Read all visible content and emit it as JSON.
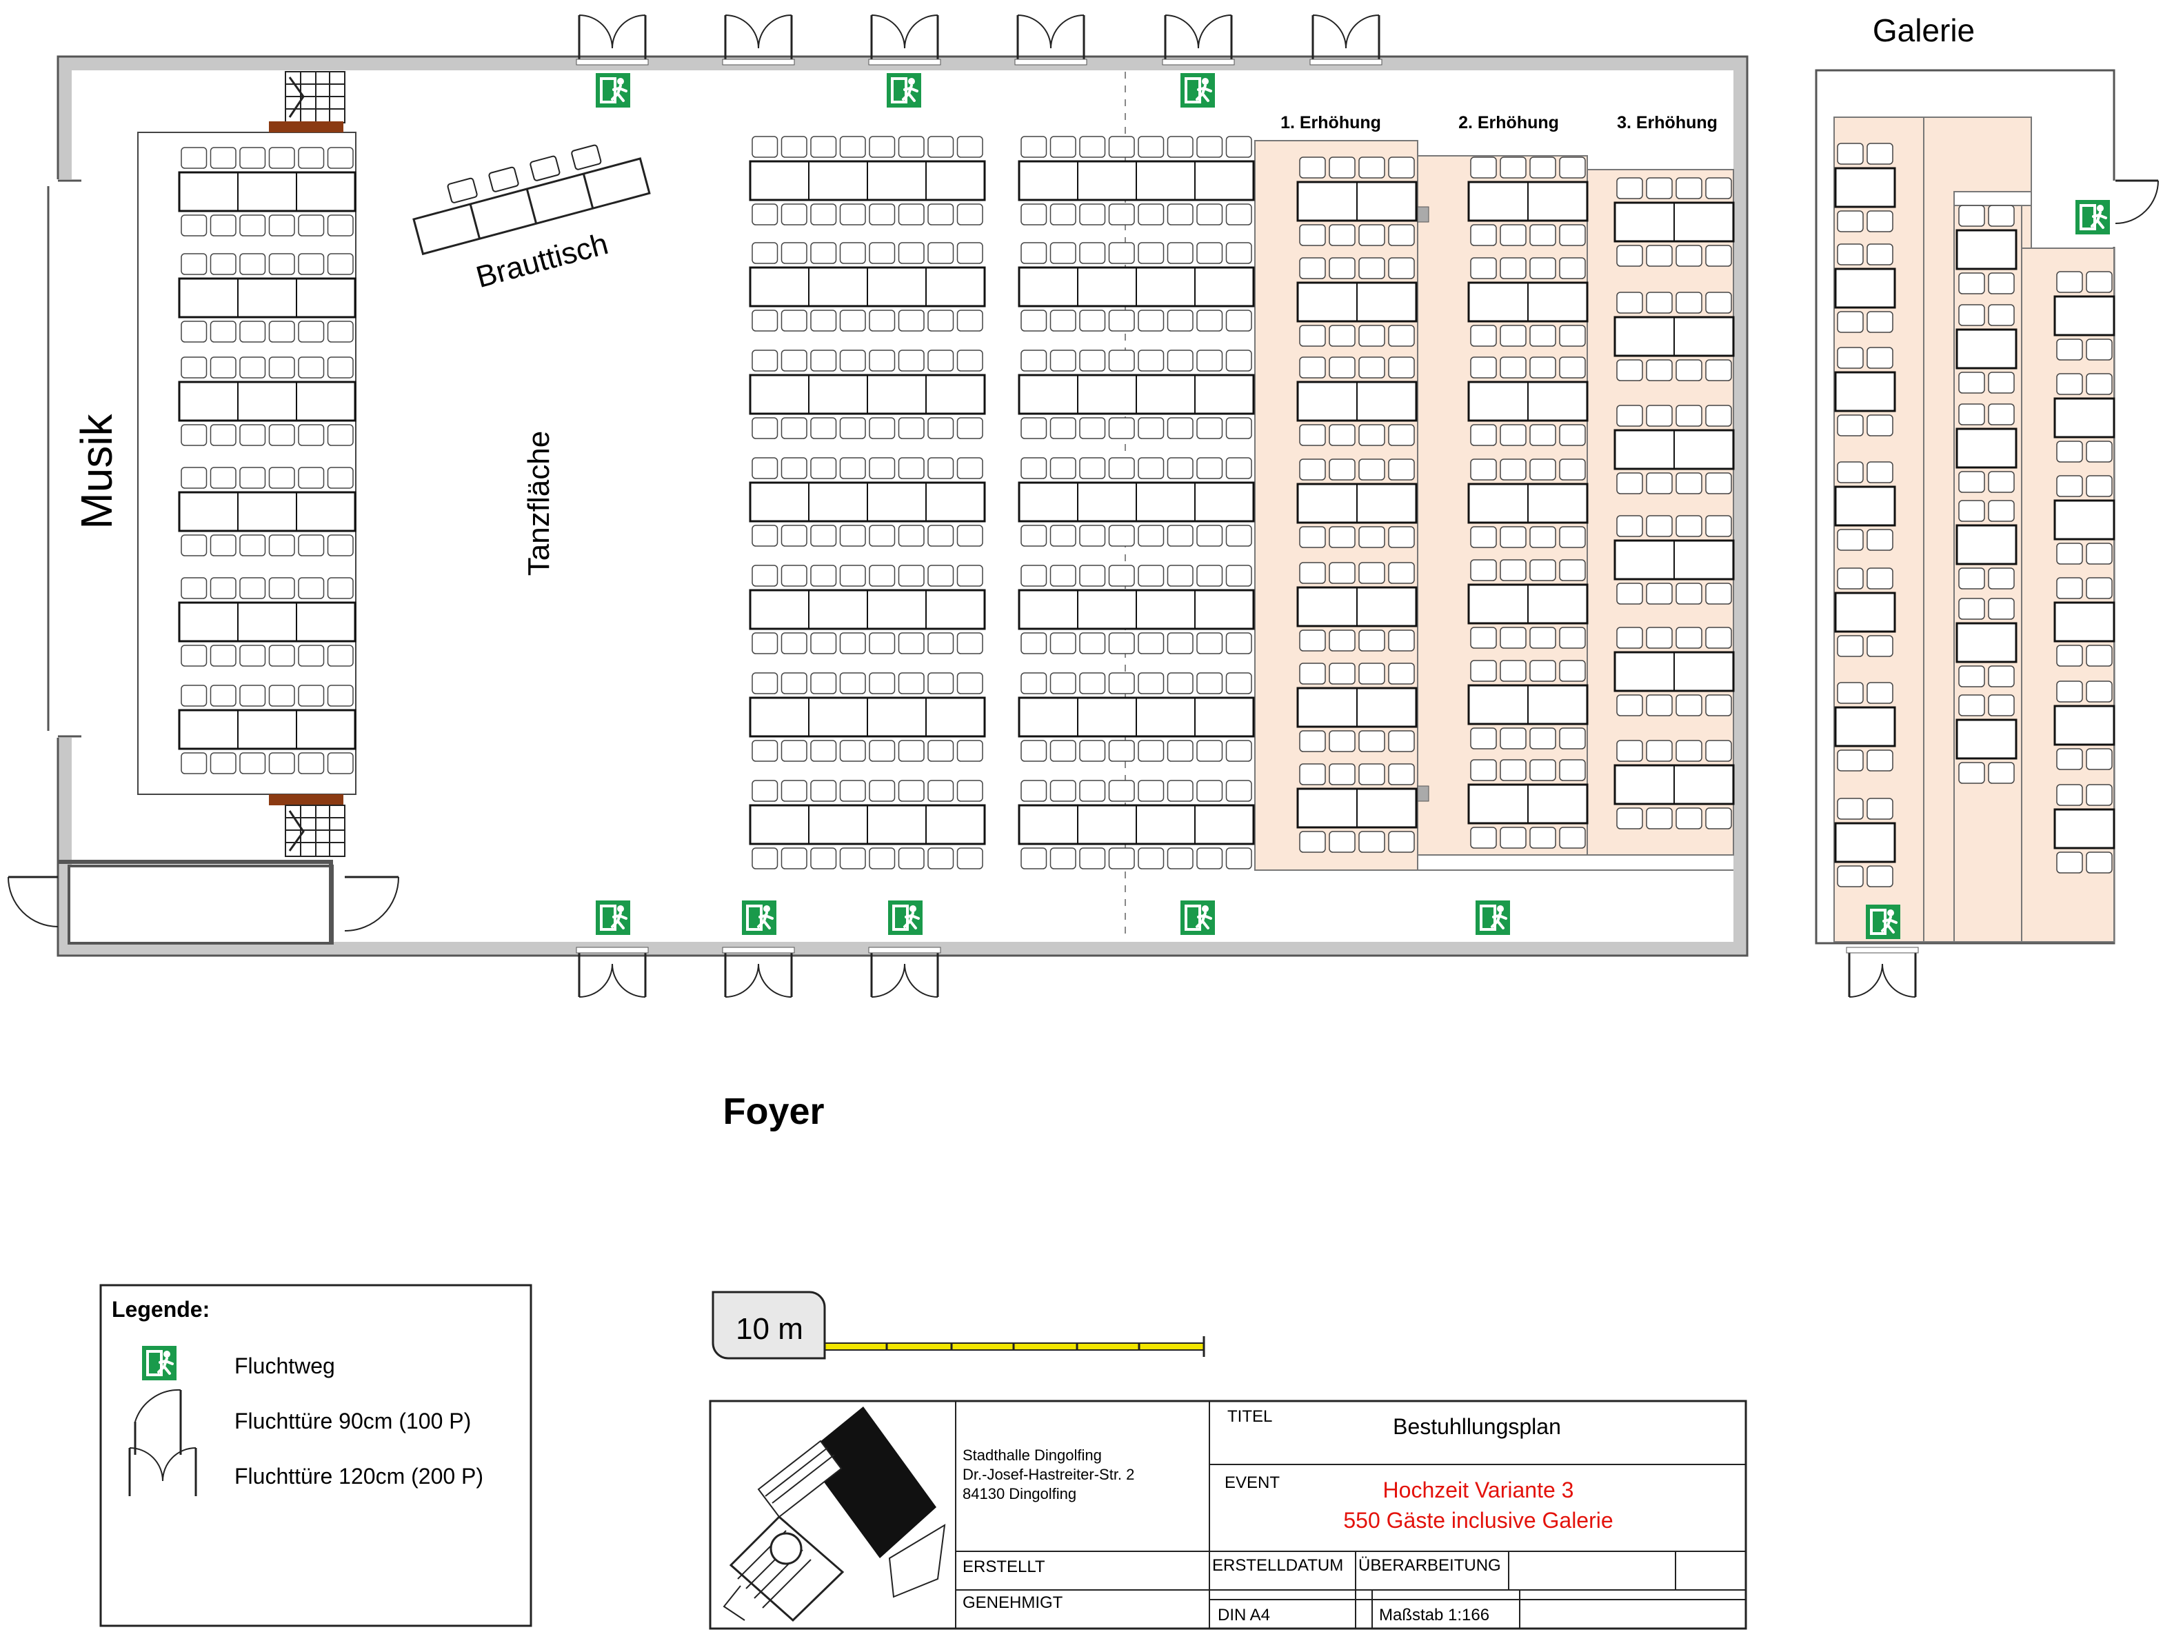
{
  "labels": {
    "galerie": "Galerie",
    "musik": "Musik",
    "brauttisch": "Brauttisch",
    "tanzflaeche": "Tanzfläche",
    "foyer": "Foyer",
    "raise_1": "1. Erhöhung",
    "raise_2": "2. Erhöhung",
    "raise_3": "3. Erhöhung"
  },
  "scale_bar": {
    "label": "10 m"
  },
  "legend": {
    "title": "Legende:",
    "items": [
      {
        "icon": "emergency-exit-sign-icon",
        "label": "Fluchtweg"
      },
      {
        "icon": "single-door-icon",
        "label": "Fluchttüre 90cm (100 P)"
      },
      {
        "icon": "double-door-icon",
        "label": "Fluchttüre 120cm (200 P)"
      }
    ]
  },
  "title_block": {
    "address": [
      "Stadthalle Dingolfing",
      "Dr.-Josef-Hastreiter-Str. 2",
      "84130 Dingolfing"
    ],
    "titel_label": "TITEL",
    "titel_value": "Bestuhllungsplan",
    "event_label": "EVENT",
    "event_lines": [
      "Hochzeit Variante 3",
      "550 Gäste inclusive Galerie"
    ],
    "erstellt": "ERSTELLT",
    "genehmigt": "GENEHMIGT",
    "erstelldatum": "ERSTELLDATUM",
    "ueberarbeitung": "ÜBERARBEITUNG",
    "format": "DIN A4",
    "massstab": "Maßstab 1:166"
  },
  "colors": {
    "wall": "#c8c8c8",
    "platform": "#fbe7d8",
    "exit_green": "#1a9a4b",
    "scale_yellow": "#f2e600",
    "door_wood": "#8b3a12",
    "event_red": "#e3120b"
  }
}
